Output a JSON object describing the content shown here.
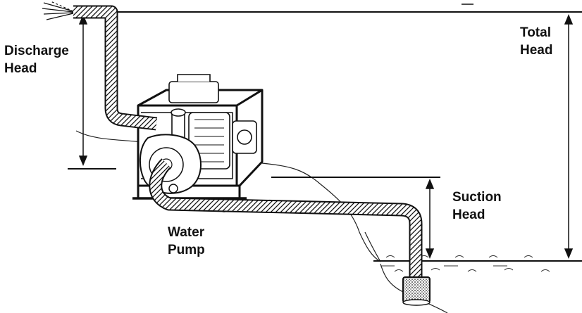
{
  "labels": {
    "discharge_head": [
      "Discharge",
      "Head"
    ],
    "total_head": [
      "Total",
      "Head"
    ],
    "suction_head": [
      "Suction",
      "Head"
    ],
    "water_pump": [
      "Water",
      "Pump"
    ]
  },
  "colors": {
    "ink": "#111111",
    "hose_fill": "#ffffff",
    "water_line": "#222222"
  }
}
